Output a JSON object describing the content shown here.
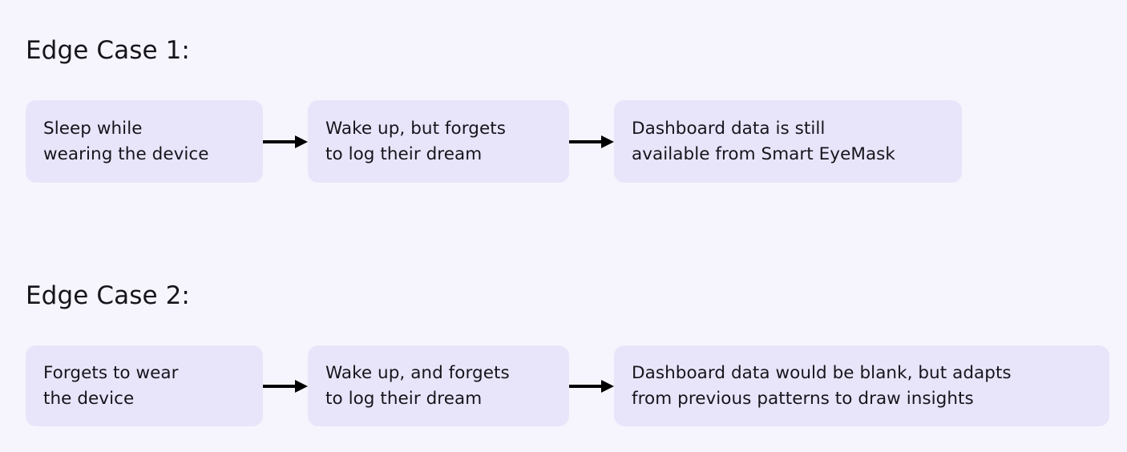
{
  "colors": {
    "page_background": "#f6f5fd",
    "node_fill": "#e8e5fa",
    "text": "#16151c",
    "arrow": "#000000"
  },
  "sections": [
    {
      "heading": "Edge Case 1:",
      "nodes": [
        "Sleep while\nwearing the device",
        "Wake up, but forgets\nto log their dream",
        "Dashboard data is still\navailable from Smart EyeMask"
      ],
      "connectors": [
        "arrow-right-icon",
        "arrow-right-icon"
      ]
    },
    {
      "heading": "Edge Case 2:",
      "nodes": [
        "Forgets to wear\nthe device",
        "Wake up, and forgets\nto log their dream",
        "Dashboard data would be blank, but adapts\nfrom previous patterns to draw insights"
      ],
      "connectors": [
        "arrow-right-icon",
        "arrow-right-icon"
      ]
    }
  ]
}
